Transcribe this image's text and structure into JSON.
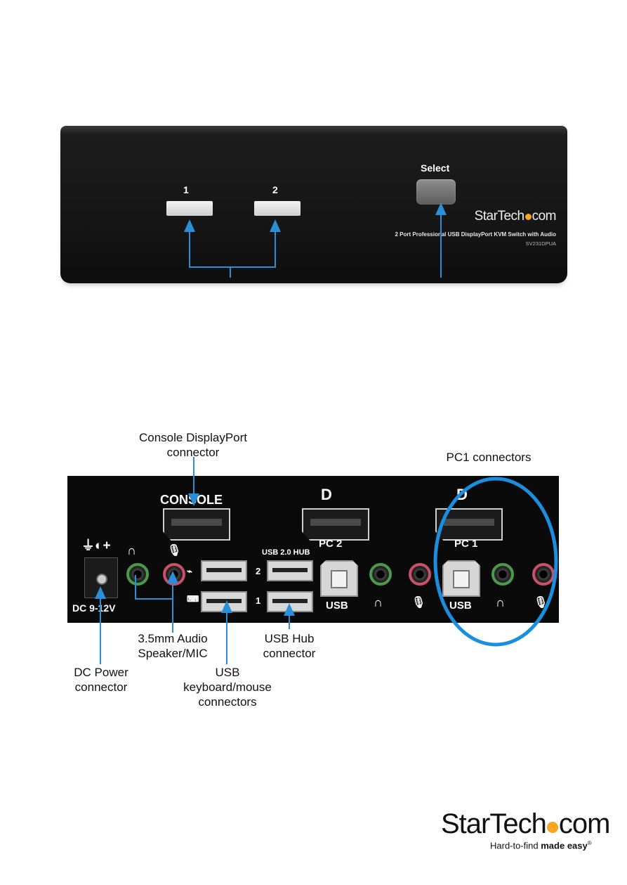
{
  "front_panel": {
    "port1_label": "1",
    "port2_label": "2",
    "select_label": "Select",
    "brand_prefix": "StarTech",
    "brand_suffix": "com",
    "product_desc": "2 Port Professional USB DisplayPort KVM Switch with Audio",
    "model": "SV231DPUA"
  },
  "rear_panel": {
    "console_label": "CONSOLE",
    "pc2_label": "PC 2",
    "pc1_label": "PC 1",
    "usb_hub_label": "USB 2.0 HUB",
    "usb_label": "USB",
    "dc_label": "DC 9-12V",
    "dc_symbol": "⏚◐+",
    "port_num_2": "2",
    "port_num_1": "1",
    "dp_logo": "D"
  },
  "captions": {
    "console_dp": [
      "Console DisplayPort",
      "connector"
    ],
    "pc1": "PC1 connectors",
    "audio": [
      "3.5mm Audio",
      "Speaker/MIC"
    ],
    "usb_hub": [
      "USB Hub",
      "connector"
    ],
    "dc_power": [
      "DC Power",
      "connector"
    ],
    "usb_km": [
      "USB",
      "keyboard/mouse",
      "connectors"
    ]
  },
  "footer_logo": {
    "name_prefix": "StarTech",
    "name_suffix": "com",
    "tagline_plain": "Hard-to-find ",
    "tagline_bold": "made easy",
    "reg": "®"
  },
  "colors": {
    "callout": "#2a8fd6",
    "accent_orange": "#f5a623",
    "pc1_circle": "#1a8fe0"
  }
}
